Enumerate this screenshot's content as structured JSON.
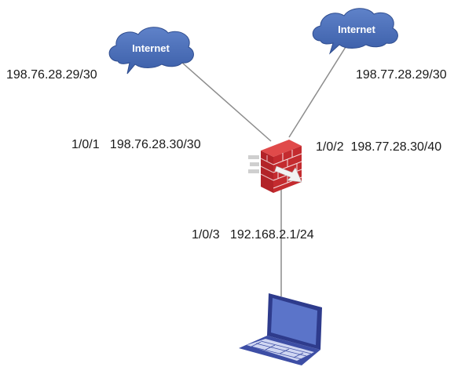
{
  "clouds": {
    "left": {
      "label": "Internet"
    },
    "right": {
      "label": "Internet"
    }
  },
  "labels": {
    "left_cloud_ip": "198.76.28.29/30",
    "right_cloud_ip": "198.77.28.29/30",
    "if_1_0_1": "1/0/1   198.76.28.30/30",
    "if_1_0_2": "1/0/2  198.77.28.30/40",
    "if_1_0_3": "1/0/3   192.168.2.1/24"
  },
  "colors": {
    "cloud": "#4a6db5",
    "firewall": "#c42b2f",
    "link": "#8c8c8c",
    "laptop": "#3b4a9e"
  },
  "icons": {
    "cloud_left": "cloud-icon",
    "cloud_right": "cloud-icon",
    "firewall": "firewall-icon",
    "laptop": "laptop-icon"
  }
}
